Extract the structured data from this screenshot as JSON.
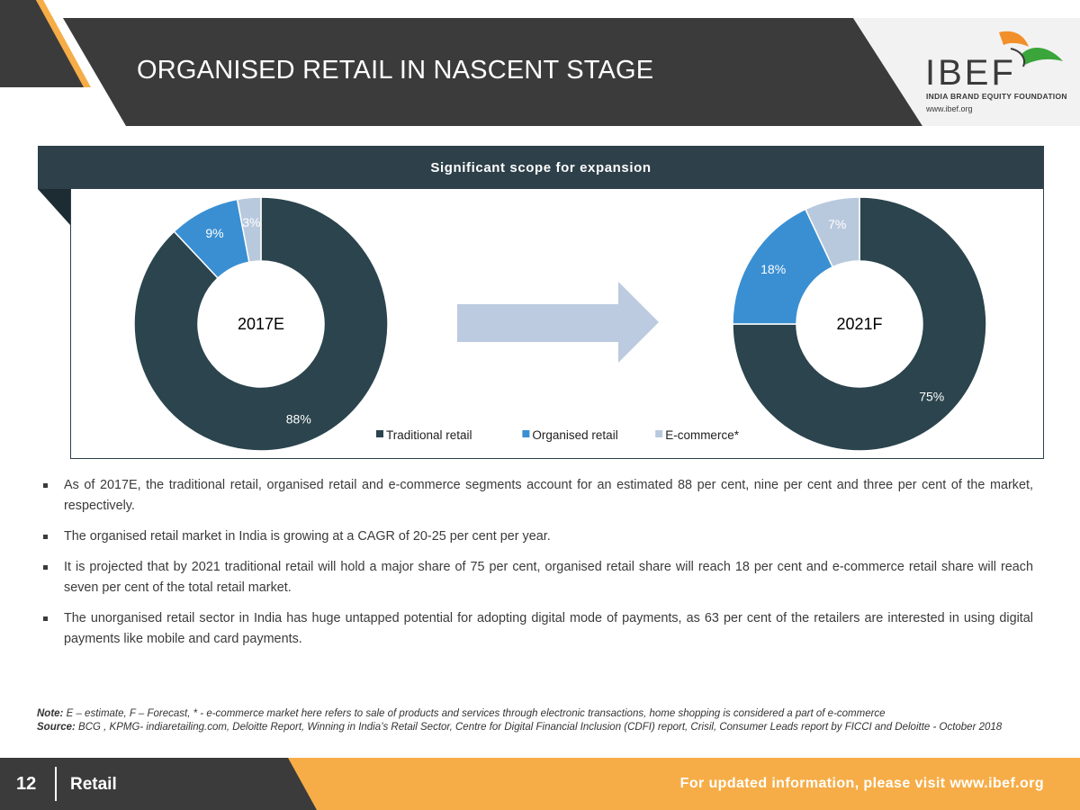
{
  "header": {
    "title": "ORGANISED RETAIL IN NASCENT STAGE",
    "logo": {
      "word": "IBEF",
      "tagline": "INDIA BRAND EQUITY FOUNDATION",
      "url": "www.ibef.org"
    }
  },
  "panel": {
    "title": "Significant scope for expansion"
  },
  "colors": {
    "traditional": "#2b444d",
    "organised": "#3a8fd2",
    "ecommerce": "#b9c9dd",
    "header_dark": "#3b3b3b",
    "accent_orange": "#f6ad47",
    "arrow": "#bccbdf"
  },
  "chart_data": [
    {
      "type": "donut",
      "center_label": "2017E",
      "categories": [
        "Traditional retail",
        "Organised retail",
        "E-commerce*"
      ],
      "values": [
        88,
        9,
        3
      ],
      "labels": [
        "88%",
        "9%",
        "3%"
      ]
    },
    {
      "type": "donut",
      "center_label": "2021F",
      "categories": [
        "Traditional retail",
        "Organised retail",
        "E-commerce*"
      ],
      "values": [
        75,
        18,
        7
      ],
      "labels": [
        "75%",
        "18%",
        "7%"
      ]
    }
  ],
  "legend": [
    "Traditional retail",
    "Organised retail",
    "E-commerce*"
  ],
  "bullets": [
    "As of 2017E, the traditional retail, organised retail and e-commerce segments account for an estimated 88 per cent, nine per cent and three per cent of the market, respectively.",
    "The organised retail market in India is growing at a CAGR of 20-25 per cent per year.",
    "It is projected that by 2021 traditional retail will hold a major share of 75 per cent, organised retail share will reach 18 per cent and e-commerce retail share will reach seven per cent of the total retail market.",
    "The unorganised retail sector in India has huge untapped potential for adopting digital mode of payments, as 63 per cent of the retailers are interested in using digital payments like mobile and card payments."
  ],
  "notes": {
    "note_label": "Note:",
    "note_text": "E – estimate, F – Forecast, * - e-commerce market here refers to sale of products and services through electronic transactions, home shopping is considered a part of e-commerce",
    "source_label": "Source:",
    "source_text": "BCG , KPMG- indiaretailing.com, Deloitte Report, Winning in India’s Retail Sector, Centre for Digital Financial Inclusion (CDFI) report, Crisil, Consumer Leads report by FICCI and Deloitte - October 2018"
  },
  "footer": {
    "page_number": "12",
    "section": "Retail",
    "link_text": "For updated information, please visit www.ibef.org"
  }
}
